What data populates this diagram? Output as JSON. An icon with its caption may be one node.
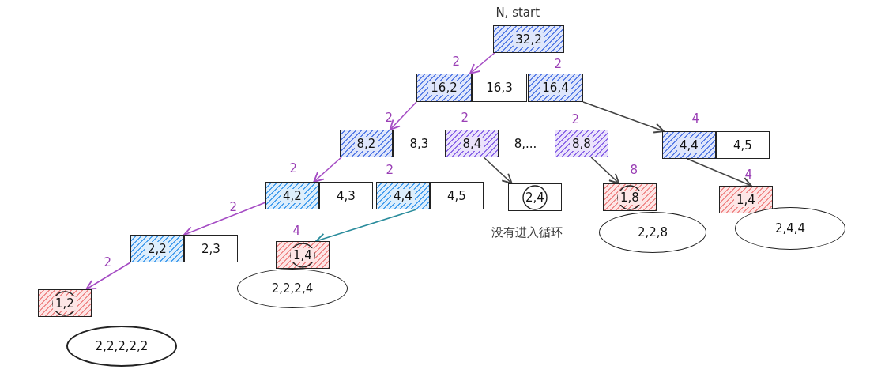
{
  "diagram": {
    "nodes": [
      {
        "text": [
          "32,2"
        ],
        "beside": [
          "N, start"
        ]
      },
      {
        "text": [
          "16,2"
        ],
        "beside": [
          "2"
        ]
      },
      {
        "text": [
          "16,3"
        ]
      },
      {
        "text": [
          "16,4"
        ],
        "beside": [
          "2"
        ]
      },
      {
        "text": [
          "8,2"
        ],
        "beside": [
          "2"
        ]
      },
      {
        "text": [
          "8,3"
        ]
      },
      {
        "text": [
          "8,4"
        ],
        "beside": [
          "2"
        ]
      },
      {
        "text": [
          "8,..."
        ]
      },
      {
        "text": [
          "8,8"
        ],
        "beside": [
          "2"
        ]
      },
      {
        "text": [
          "4,4"
        ],
        "beside": [
          "4"
        ]
      },
      {
        "text": [
          "4,5"
        ]
      },
      {
        "text": [
          "4,2"
        ],
        "beside": [
          "2"
        ]
      },
      {
        "text": [
          "4,3"
        ]
      },
      {
        "text": [
          "4,4"
        ],
        "beside": [
          "2"
        ]
      },
      {
        "text": [
          "4,5"
        ]
      },
      {
        "text": [
          "2,4"
        ],
        "beside": [
          "没有进入循环"
        ]
      },
      {
        "text": [
          "1,8"
        ],
        "beside": [
          "8"
        ]
      },
      {
        "text": [
          "1,4"
        ],
        "beside": [
          "4"
        ]
      },
      {
        "text": [
          "2,2"
        ]
      },
      {
        "text": [
          "2,3"
        ]
      },
      {
        "text": [
          "1,4"
        ],
        "beside": [
          "4"
        ]
      },
      {
        "text": [
          "1,2"
        ],
        "beside": [
          "2"
        ]
      },
      {
        "text": [
          "2,2,8"
        ]
      },
      {
        "text": [
          "2,4,4"
        ]
      },
      {
        "text": [
          "2,2,2,4"
        ]
      },
      {
        "text": [
          "2,2,2,2,2"
        ]
      }
    ],
    "edges": [
      {
        "from": 0,
        "to": 1,
        "arrow": "to"
      },
      {
        "from": 1,
        "to": 4,
        "arrow": "to"
      },
      {
        "from": 4,
        "to": 11,
        "arrow": "to"
      },
      {
        "from": 11,
        "to": 18,
        "arrow": "to",
        "label": "2"
      },
      {
        "from": 18,
        "to": 21,
        "arrow": "to"
      },
      {
        "from": 13,
        "to": 20,
        "arrow": "to",
        "color": "#2a8c9c"
      },
      {
        "from": 3,
        "to": 9,
        "arrow": "to",
        "color": "#444444"
      },
      {
        "from": 9,
        "to": 17,
        "arrow": "to",
        "color": "#444444"
      },
      {
        "from": 6,
        "to": 15,
        "arrow": "to",
        "color": "#444444"
      },
      {
        "from": 8,
        "to": 16,
        "arrow": "to",
        "color": "#444444"
      }
    ]
  }
}
